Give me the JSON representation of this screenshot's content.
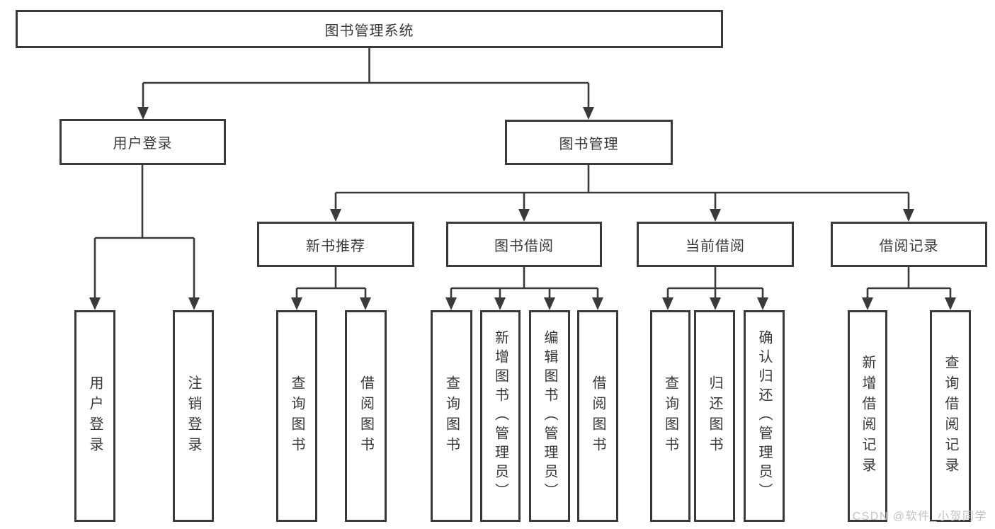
{
  "diagram": {
    "root": {
      "label": "图书管理系统"
    },
    "level2": {
      "user_login": "用户登录",
      "book_mgmt": "图书管理"
    },
    "level3": {
      "new_book_rec": "新书推荐",
      "book_borrow": "图书借阅",
      "current_borrow": "当前借阅",
      "borrow_record": "借阅记录"
    },
    "leaves": {
      "user_login": "用户登录",
      "logout": "注销登录",
      "nb_query": "查询图书",
      "nb_borrow": "借阅图书",
      "bb_query": "查询图书",
      "bb_add": "新增图书（管理员）",
      "bb_edit": "编辑图书（管理员）",
      "bb_borrow": "借阅图书",
      "cb_query": "查询图书",
      "cb_return": "归还图书",
      "cb_confirm": "确认归还（管理员）",
      "br_add": "新增借阅记录",
      "br_query": "查询借阅记录"
    }
  },
  "watermark": "CSDN @软件_小贺同学",
  "colors": {
    "line": "#3a3a3a",
    "text": "#383838",
    "background": "#ffffff",
    "watermark": "#c2c2c2"
  }
}
